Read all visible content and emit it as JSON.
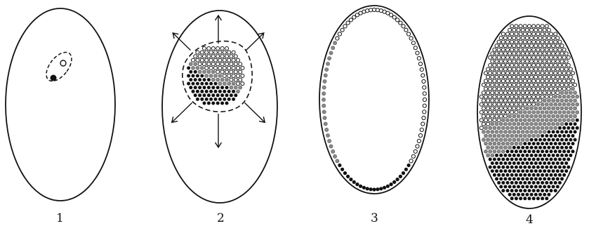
{
  "panels": [
    {
      "label": "1"
    },
    {
      "label": "2"
    },
    {
      "label": "3"
    },
    {
      "label": "4"
    }
  ],
  "colors": {
    "ink": "#111111",
    "paper": "#ffffff",
    "stipple": "#8a8a8a"
  }
}
